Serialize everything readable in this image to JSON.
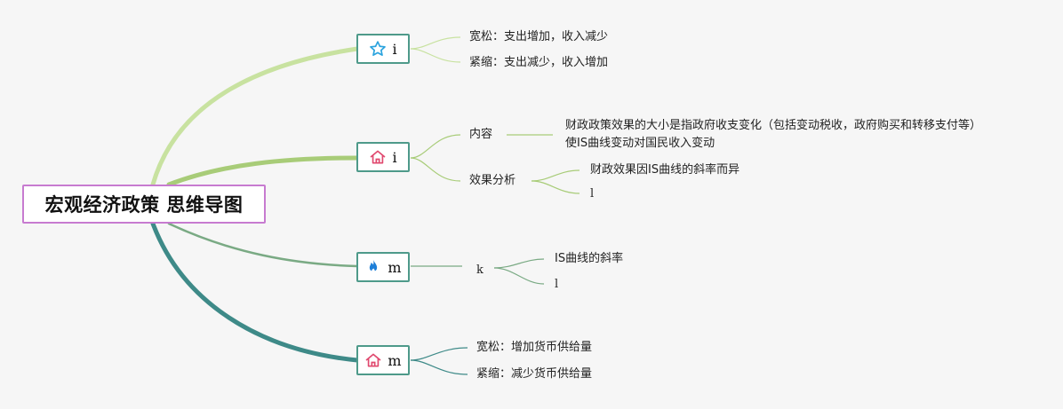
{
  "root": {
    "title": "宏观经济政策 思维导图"
  },
  "colors": {
    "branch1": "#c8e2a0",
    "branch2": "#a8cc78",
    "branch3": "#7aaa84",
    "branch4": "#3e8a88",
    "node_border": "#4e9a8a",
    "root_border": "#c77bd0"
  },
  "branches": [
    {
      "icon": "star-icon",
      "label": "i",
      "children": [
        {
          "text": "宽松：支出增加，收入减少"
        },
        {
          "text": "紧缩：支出减少，收入增加"
        }
      ]
    },
    {
      "icon": "house-icon",
      "label": "i",
      "children": [
        {
          "text": "内容",
          "detail": "财政政策效果的大小是指政府收支变化（包括变动税收，政府购买和转移支付等）使IS曲线变动对国民收入变动"
        },
        {
          "text": "效果分析",
          "children": [
            "财政效果因IS曲线的斜率而异",
            "l"
          ]
        }
      ]
    },
    {
      "icon": "flame-icon",
      "label": "m",
      "children": [
        {
          "text": "k",
          "children": [
            "IS曲线的斜率",
            "l"
          ]
        }
      ]
    },
    {
      "icon": "house-icon",
      "label": "m",
      "children": [
        {
          "text": "宽松：增加货币供给量"
        },
        {
          "text": "紧缩：减少货币供给量"
        }
      ]
    }
  ]
}
